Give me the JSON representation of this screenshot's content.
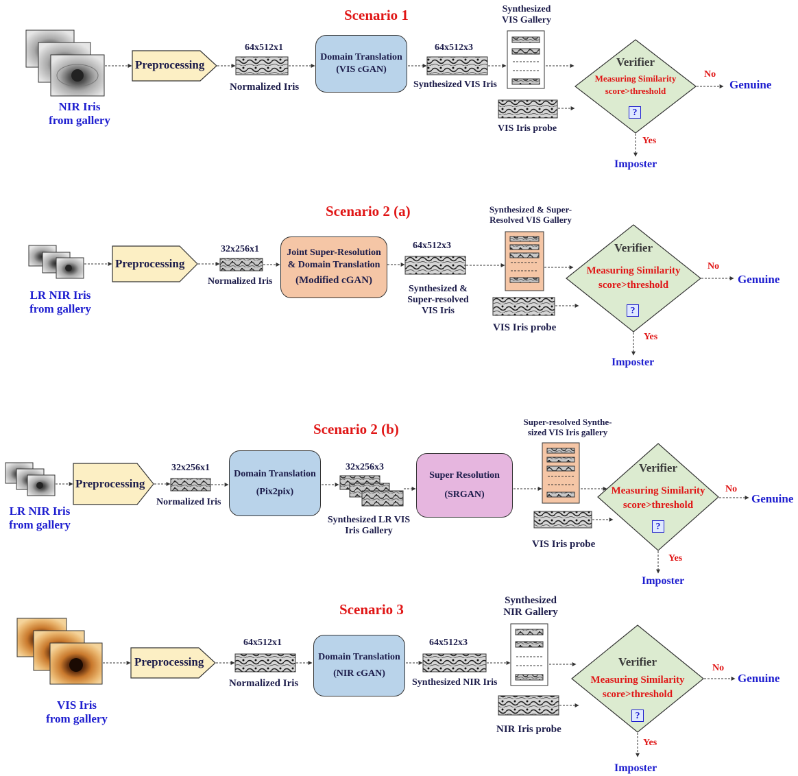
{
  "colors": {
    "title": "#e01515",
    "label_blue": "#1d1dcf",
    "label_dark": "#1c1c4a",
    "domain_box": "#b9d3ea",
    "joint_box": "#f5c6a6",
    "sr_box": "#e6b6df",
    "preprocessing": "#fcefc4",
    "verifier": "#dcebd0"
  },
  "scenario1": {
    "title": "Scenario 1",
    "input_label": [
      "NIR Iris",
      "from gallery"
    ],
    "preprocessing": "Preprocessing",
    "norm_size": "64x512x1",
    "norm_label": "Normalized Iris",
    "translation": [
      "Domain Translation",
      "(VIS cGAN)"
    ],
    "synth_size": "64x512x3",
    "synth_label": "Synthesized VIS Iris",
    "gallery_label": [
      "Synthesized",
      "VIS Gallery"
    ],
    "probe_label": "VIS Iris probe",
    "verifier": {
      "title": "Verifier",
      "line1": "Measuring Similarity",
      "line2": "score>threshold",
      "icon": "question-mark-icon"
    },
    "no": "No",
    "yes": "Yes",
    "genuine": "Genuine",
    "imposter": "Imposter"
  },
  "scenario2a": {
    "title": "Scenario 2 (a)",
    "input_label": [
      "LR NIR Iris",
      "from gallery"
    ],
    "preprocessing": "Preprocessing",
    "norm_size": "32x256x1",
    "norm_label": "Normalized Iris",
    "translation": [
      "Joint Super-Resolution",
      "& Domain Translation",
      "(Modified cGAN)"
    ],
    "synth_size": "64x512x3",
    "synth_label": [
      "Synthesized &",
      "Super-resolved",
      "VIS Iris"
    ],
    "gallery_label": [
      "Synthesized & Super-",
      "Resolved VIS Gallery"
    ],
    "probe_label": "VIS Iris probe",
    "verifier": {
      "title": "Verifier",
      "line1": "Measuring Similarity",
      "line2": "score>threshold",
      "icon": "question-mark-icon"
    },
    "no": "No",
    "yes": "Yes",
    "genuine": "Genuine",
    "imposter": "Imposter"
  },
  "scenario2b": {
    "title": "Scenario 2 (b)",
    "input_label": [
      "LR NIR Iris",
      "from gallery"
    ],
    "preprocessing": "Preprocessing",
    "norm_size": "32x256x1",
    "norm_label": "Normalized Iris",
    "translation": [
      "Domain Translation",
      "(Pix2pix)"
    ],
    "synth_size": "32x256x3",
    "synth_label": [
      "Synthesized LR VIS",
      "Iris Gallery"
    ],
    "sr": [
      "Super Resolution",
      "(SRGAN)"
    ],
    "gallery_label": [
      "Super-resolved Synthe-",
      "sized VIS Iris gallery"
    ],
    "probe_label": "VIS Iris probe",
    "verifier": {
      "title": "Verifier",
      "line1": "Measuring Similarity",
      "line2": "score>threshold",
      "icon": "question-mark-icon"
    },
    "no": "No",
    "yes": "Yes",
    "genuine": "Genuine",
    "imposter": "Imposter"
  },
  "scenario3": {
    "title": "Scenario 3",
    "input_label": [
      "VIS Iris",
      "from gallery"
    ],
    "preprocessing": "Preprocessing",
    "norm_size": "64x512x1",
    "norm_label": "Normalized Iris",
    "translation": [
      "Domain Translation",
      "(NIR cGAN)"
    ],
    "synth_size": "64x512x3",
    "synth_label": "Synthesized NIR Iris",
    "gallery_label": [
      "Synthesized",
      "NIR Gallery"
    ],
    "probe_label": "NIR Iris probe",
    "verifier": {
      "title": "Verifier",
      "line1": "Measuring Similarity",
      "line2": "score>threshold",
      "icon": "question-mark-icon"
    },
    "no": "No",
    "yes": "Yes",
    "genuine": "Genuine",
    "imposter": "Imposter"
  }
}
